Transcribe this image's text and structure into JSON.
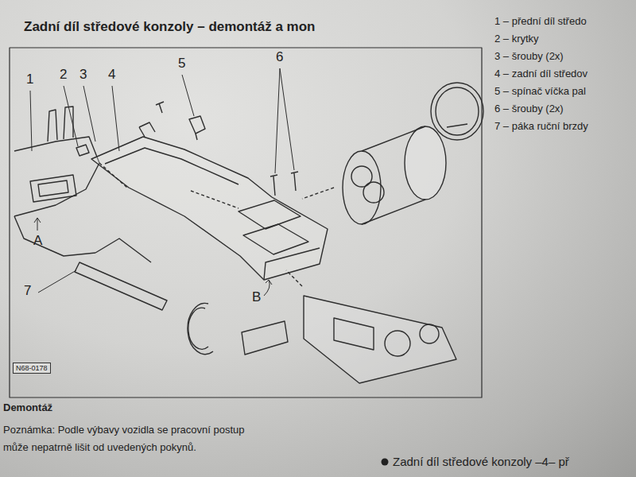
{
  "diagram": {
    "title": "Zadní díl středové konzoly – demontáž a mon",
    "labels": [
      "1 – přední díl středo",
      "2 – krytky",
      "3 – šrouby (2x)",
      "4 – zadní díl středov",
      "5 – spínač víčka pal",
      "6 – šrouby (2x)",
      "7 – páka ruční brzdy",
      "1",
      "2",
      "3",
      "4",
      "5",
      "6",
      "7",
      "A",
      "B",
      "N68-0178",
      "Demontáž",
      "Poznámka: Podle výbavy vozidla se pracovní postup",
      "může nepatrně lišit od uvedených pokynů.",
      "Zadní díl středové konzoly –4– př"
    ]
  }
}
